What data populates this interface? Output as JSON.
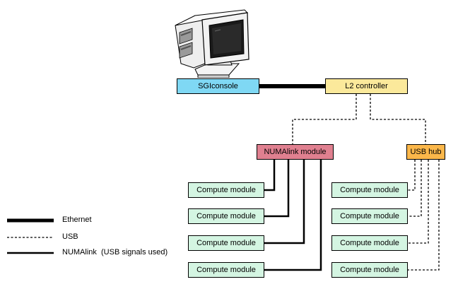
{
  "console": {
    "label": "SGIconsole"
  },
  "l2_controller": {
    "label": "L2 controller"
  },
  "numalink_module": {
    "label": "NUMAlink module"
  },
  "usb_hub": {
    "label": "USB hub"
  },
  "left_group": {
    "modules": [
      {
        "label": "Compute module"
      },
      {
        "label": "Compute module"
      },
      {
        "label": "Compute module"
      },
      {
        "label": "Compute module"
      }
    ]
  },
  "right_group": {
    "modules": [
      {
        "label": "Compute module"
      },
      {
        "label": "Compute module"
      },
      {
        "label": "Compute module"
      },
      {
        "label": "Compute module"
      }
    ]
  },
  "legend": {
    "ethernet": "Ethernet",
    "usb": "USB",
    "numalink": "NUMAlink  (USB signals used)"
  },
  "colors": {
    "console": "#7fd8f4",
    "l2_controller": "#fbe99b",
    "numalink_module": "#e08090",
    "usb_hub": "#fbb74a",
    "compute_module": "#d4f5e2"
  }
}
